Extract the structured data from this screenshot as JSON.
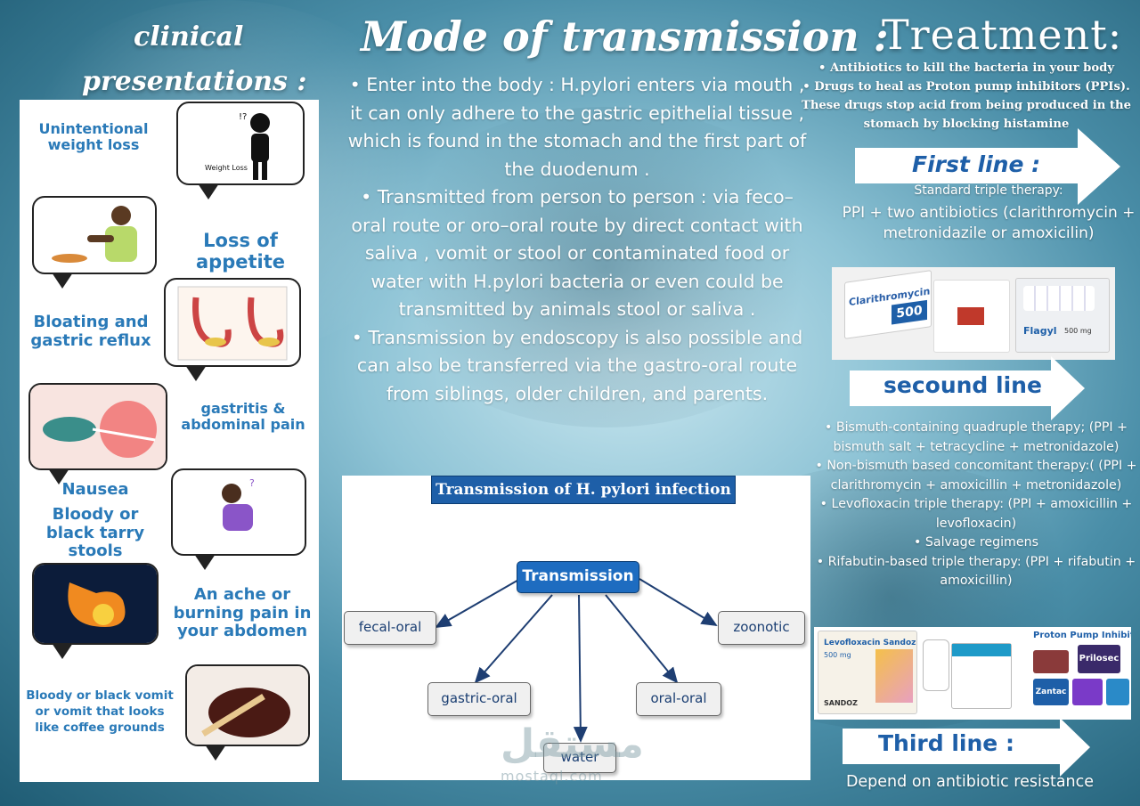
{
  "titles": {
    "clinical_line1": "clinical",
    "clinical_line2": "presentations :",
    "mode": "Mode of transmission :",
    "treatment": "Treatment:"
  },
  "clinical": {
    "weight_loss": "Unintentional weight loss",
    "weight_loss_caption": "Weight Loss",
    "loss_of_appetite": "Loss of appetite",
    "bloating": "Bloating and gastric reflux",
    "gastritis": "gastritis & abdominal pain",
    "nausea_line1": "Nausea",
    "nausea_line2": "Bloody or black tarry stools",
    "ache": "An ache or burning pain in your abdomen",
    "vomit": "Bloody or black vomit or vomit that looks like coffee grounds"
  },
  "mode_text": [
    "• Enter into the body : H.pylori enters via mouth , it can only adhere to the gastric epithelial tissue , which is found in the stomach and the first part of the duodenum .",
    "• Transmitted from person to person :  via feco–oral route or oro–oral route by direct contact with saliva , vomit or stool or contaminated food or water with H.pylori bacteria or even could be transmitted by animals stool or saliva .",
    "• Transmission by endoscopy is also possible and can also be transferred via the gastro-oral route from siblings, older children, and parents."
  ],
  "diagram": {
    "title": "Transmission of H. pylori  infection",
    "center": "Transmission",
    "nodes": [
      "fecal-oral",
      "gastric-oral",
      "water",
      "oral-oral",
      "zoonotic"
    ]
  },
  "treatment": {
    "intro": [
      "• Antibiotics to kill the bacteria in your body",
      "• Drugs to heal as Proton pump inhibitors (PPIs). These drugs stop acid from being produced in the stomach by blocking histamine"
    ],
    "first_line": "First line :",
    "first_line_sub": "Standard triple therapy:",
    "first_line_text": "PPI + two antibiotics (clarithromycin + metronidazile or amoxicilin)",
    "second_line": "secound line",
    "second_line_items": [
      "• Bismuth-containing quadruple therapy; (PPI + bismuth salt + tetracycline + metronidazole)",
      "• Non-bismuth based concomitant therapy:( (PPI + clarithromycin + amoxicillin + metronidazole)",
      "• Levofloxacin triple therapy: (PPI + amoxicillin + levofloxacin)",
      "• Salvage regimens",
      "• Rifabutin-based triple therapy: (PPI + rifabutin + amoxicillin)"
    ],
    "third_line": "Third line :",
    "third_line_text": "Depend on antibiotic resistance"
  },
  "products": {
    "clarithromycin": "Clarithromycin",
    "clarithromycin_dose": "500",
    "flagyl": "Flagyl",
    "flagyl_dose": "500 mg",
    "levofloxacin": "Levofloxacin Sandoz",
    "levofloxacin_dose": "500 mg",
    "sandoz": "SANDOZ",
    "ppi_label": "Proton Pump Inhibitor D",
    "prilosec": "Prilosec",
    "zantac": "Zantac"
  },
  "watermark": {
    "arabic": "مستقل",
    "latin": "mostaql.com"
  },
  "colors": {
    "accent_blue": "#2a7ab8",
    "banner_blue": "#1e5fa8",
    "node_blue": "#1e6cc0"
  }
}
